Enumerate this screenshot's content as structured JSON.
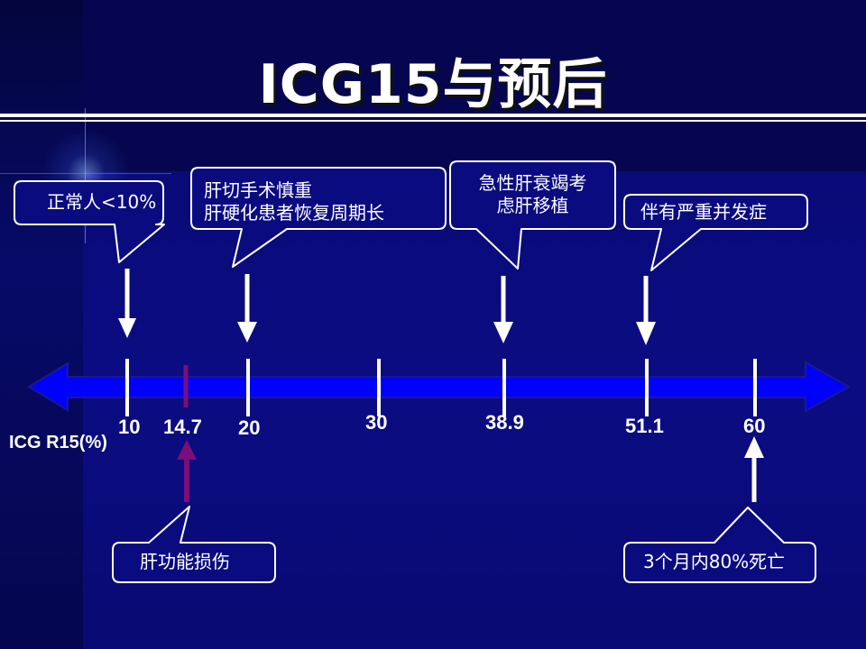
{
  "slide": {
    "title": "ICG15与预后",
    "axis_label": "ICG R15(%)"
  },
  "ticks": [
    {
      "label": "10",
      "value": 10
    },
    {
      "label": "14.7",
      "value": 14.7
    },
    {
      "label": "20",
      "value": 20
    },
    {
      "label": "30",
      "value": 30
    },
    {
      "label": "38.9",
      "value": 38.9
    },
    {
      "label": "51.1",
      "value": 51.1
    },
    {
      "label": "60",
      "value": 60
    }
  ],
  "callouts": [
    {
      "lines": [
        "正常人<10%"
      ],
      "value": 10
    },
    {
      "lines": [
        "肝切手术慎重",
        "肝硬化患者恢复周期长"
      ],
      "value": 20
    },
    {
      "lines": [
        "急性肝衰竭考",
        "虑肝移植"
      ],
      "value": 38.9
    },
    {
      "lines": [
        "伴有严重并发症"
      ],
      "value": 51.1
    },
    {
      "lines": [
        "肝功能损伤"
      ],
      "value": 14.7
    },
    {
      "lines": [
        "3个月内80%死亡"
      ],
      "value": 60
    }
  ],
  "colors": {
    "background": "#05064f",
    "axis_arrow": "#0000ff",
    "marker_purple": "#7a0e7a",
    "text": "#ffffff"
  }
}
